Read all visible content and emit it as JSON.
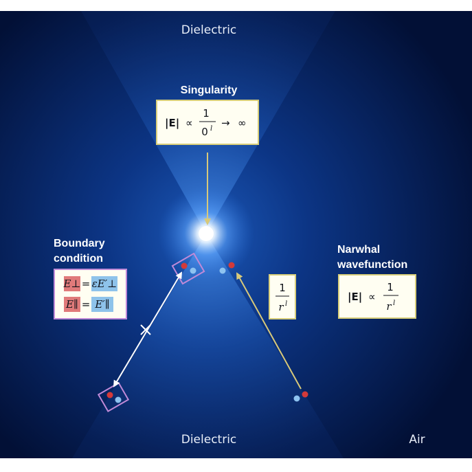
{
  "regions": {
    "dielectric_top": "Dielectric",
    "dielectric_bottom": "Dielectric",
    "air": "Air"
  },
  "singularity": {
    "title": "Singularity",
    "lhs": "|E|",
    "prop": "∝",
    "num": "1",
    "den": "0",
    "den_sup": "l",
    "arrow": "→",
    "result": "∞"
  },
  "boundary": {
    "title_line1": "Boundary",
    "title_line2": "condition",
    "perp_lhs": "E⊥",
    "perp_eq": "=",
    "perp_rhs": "εE′⊥",
    "par_lhs": "E∥",
    "par_eq": "=",
    "par_rhs": "E′∥"
  },
  "mid_label": {
    "num": "1",
    "den": "r",
    "den_sup": "l"
  },
  "narwhal": {
    "title_line1": "Narwhal",
    "title_line2": "wavefunction",
    "lhs": "|E|",
    "prop": "∝",
    "num": "1",
    "den": "r",
    "den_sup": "l"
  },
  "colors": {
    "background": "#02133a",
    "red_dot": "#d33a3a",
    "blue_dot": "#8ec3f0",
    "yellow_arrow": "#d8c97a",
    "box_fill": "#fffef2",
    "box_border": "#d9cf7a",
    "boundary_border": "#c08ad8",
    "red_tag": "#e07a7a",
    "blue_tag": "#8ec3ea"
  }
}
